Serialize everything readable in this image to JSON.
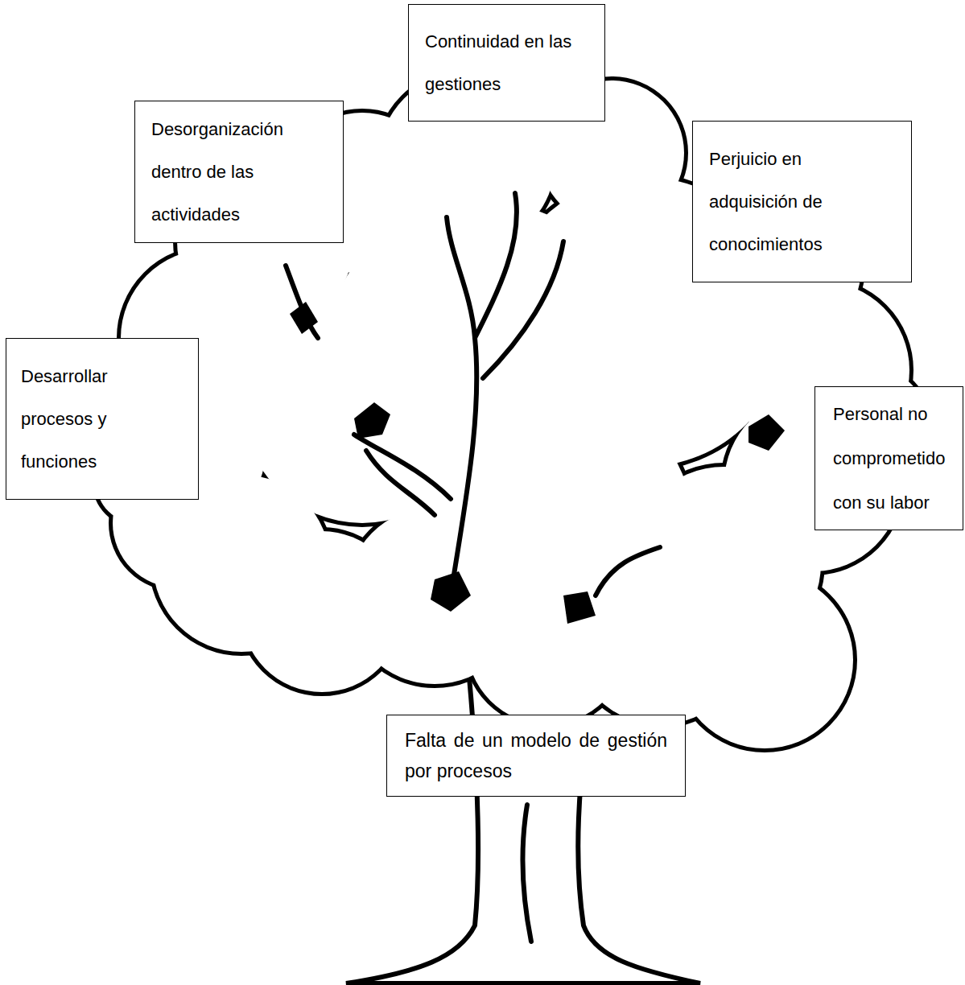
{
  "diagram": {
    "nodes": [
      {
        "text": [
          "Continuidad en las gestiones"
        ]
      },
      {
        "text": [
          "Desorganización dentro de las actividades"
        ]
      },
      {
        "text": [
          "Perjuicio en adquisición de conocimientos"
        ]
      },
      {
        "text": [
          "Desarrollar procesos y funciones"
        ]
      },
      {
        "text": [
          "Personal no comprometido con su labor"
        ]
      },
      {
        "text": [
          "Falta de un modelo de gestión por procesos"
        ]
      }
    ]
  }
}
